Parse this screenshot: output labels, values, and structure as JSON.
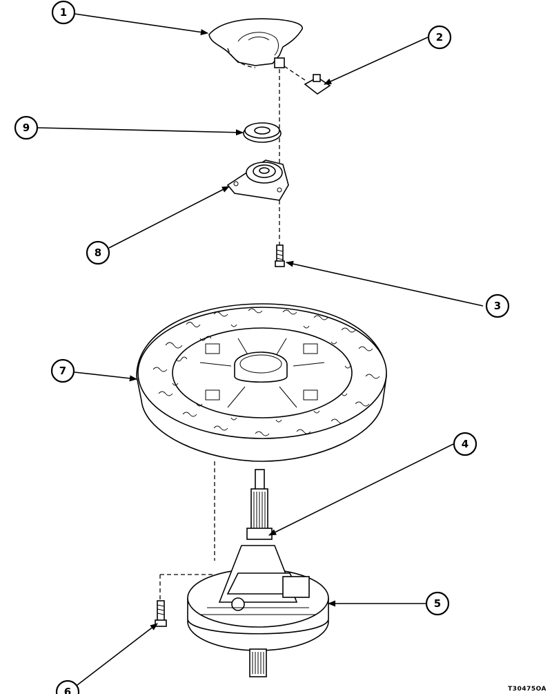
{
  "callouts": [
    "1",
    "2",
    "3",
    "4",
    "5",
    "6",
    "7",
    "8",
    "9"
  ],
  "drawing_code": "T30475OA"
}
